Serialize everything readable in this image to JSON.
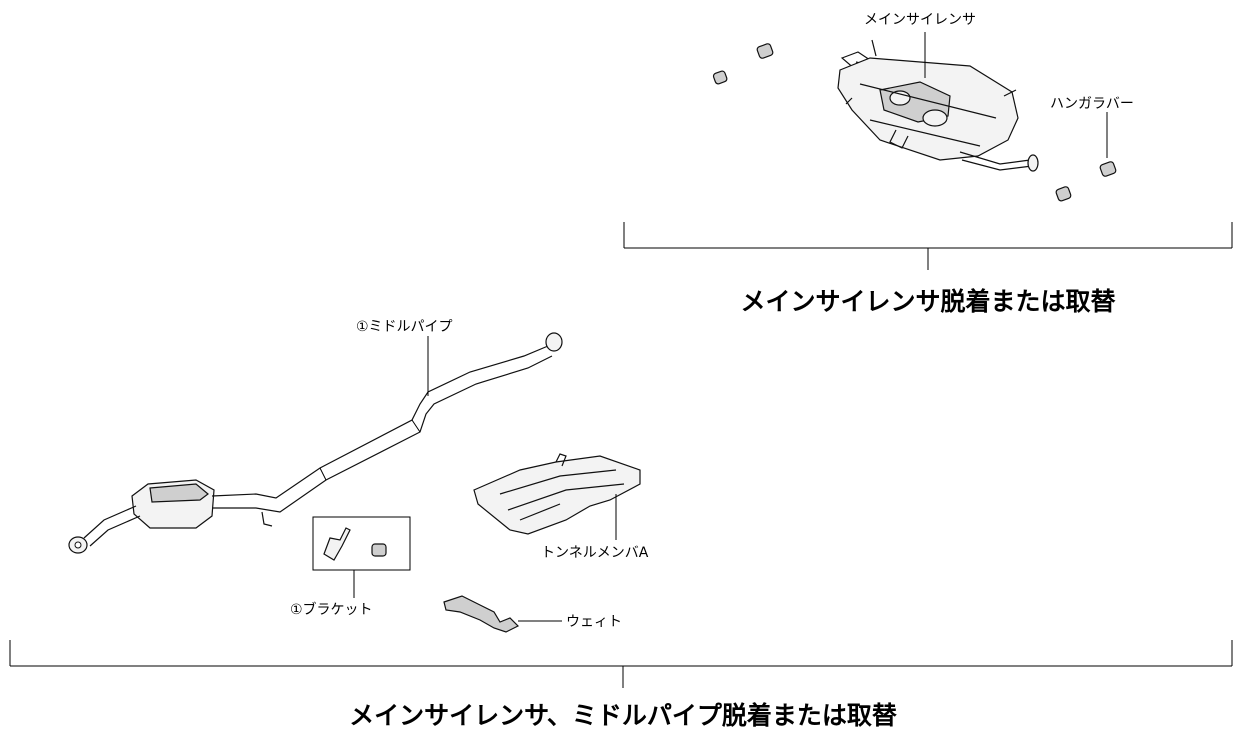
{
  "labels": {
    "main_silencer": "メインサイレンサ",
    "hanger_rubber": "ハンガラバー",
    "middle_pipe": "①ミドルパイプ",
    "bracket": "①ブラケット",
    "tunnel_member": "トンネルメンバA",
    "weight": "ウェィト"
  },
  "titles": {
    "upper": "メインサイレンサ脱着または取替",
    "lower": "メインサイレンサ、ミドルパイプ脱着または取替"
  }
}
